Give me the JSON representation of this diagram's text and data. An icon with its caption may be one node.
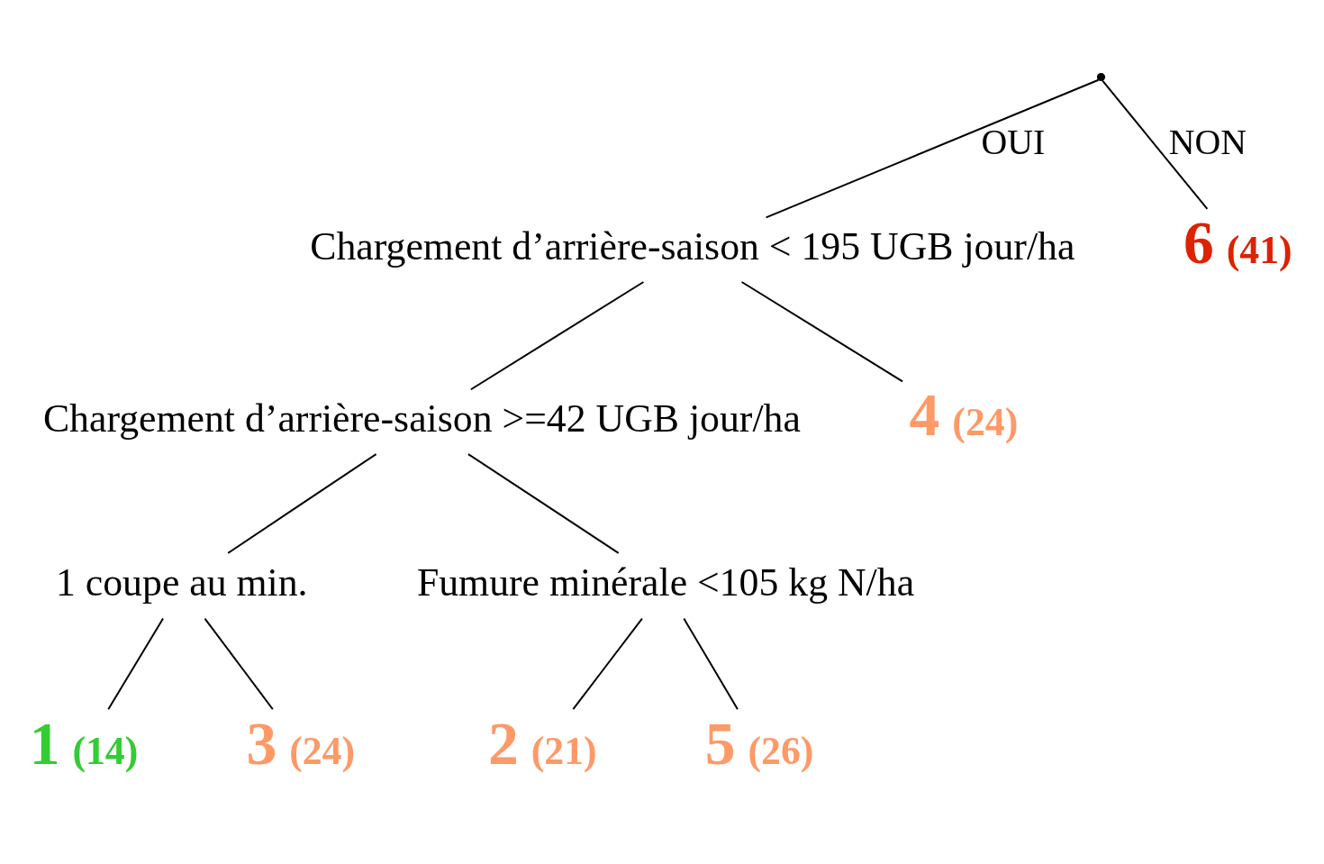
{
  "diagram": {
    "nodes": [
      {
        "text": [],
        "shape": "point"
      },
      {
        "text": [
          "Chargement d’arrière-saison < 195 UGB jour/ha"
        ]
      },
      {
        "text": [
          "Chargement d’arrière-saison >=42 UGB jour/ha"
        ]
      },
      {
        "text": [
          "1 coupe au min."
        ]
      },
      {
        "text": [
          "1",
          "(14)"
        ]
      },
      {
        "text": [
          "3",
          "(24)"
        ]
      },
      {
        "text": [
          "Fumure minérale <105 kg N/ha"
        ]
      },
      {
        "text": [
          "2",
          "(21)"
        ]
      },
      {
        "text": [
          "5",
          "(26)"
        ]
      },
      {
        "text": [
          "4",
          "(24)"
        ]
      },
      {
        "text": [
          "6",
          "(41)"
        ]
      }
    ],
    "edges": [
      {
        "from": 0,
        "to": 1,
        "arrow": "none",
        "label": "OUI"
      },
      {
        "from": 0,
        "to": 10,
        "arrow": "none",
        "label": "NON"
      },
      {
        "from": 1,
        "to": 2,
        "arrow": "none"
      },
      {
        "from": 1,
        "to": 9,
        "arrow": "none"
      },
      {
        "from": 2,
        "to": 3,
        "arrow": "none"
      },
      {
        "from": 2,
        "to": 6,
        "arrow": "none"
      },
      {
        "from": 3,
        "to": 4,
        "arrow": "none"
      },
      {
        "from": 3,
        "to": 5,
        "arrow": "none"
      },
      {
        "from": 6,
        "to": 7,
        "arrow": "none"
      },
      {
        "from": 6,
        "to": 8,
        "arrow": "none"
      }
    ]
  }
}
